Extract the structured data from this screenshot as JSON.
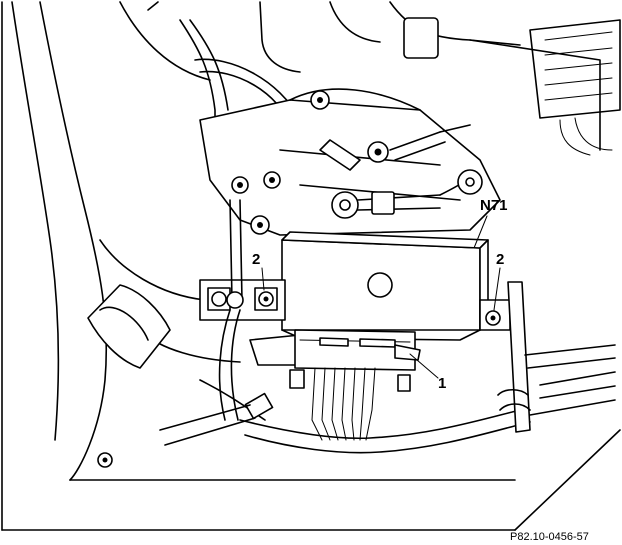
{
  "labels": {
    "module": "N71",
    "callout_1": "1",
    "callout_2_left": "2",
    "callout_2_right": "2"
  },
  "caption": "P82.10-0456-57"
}
